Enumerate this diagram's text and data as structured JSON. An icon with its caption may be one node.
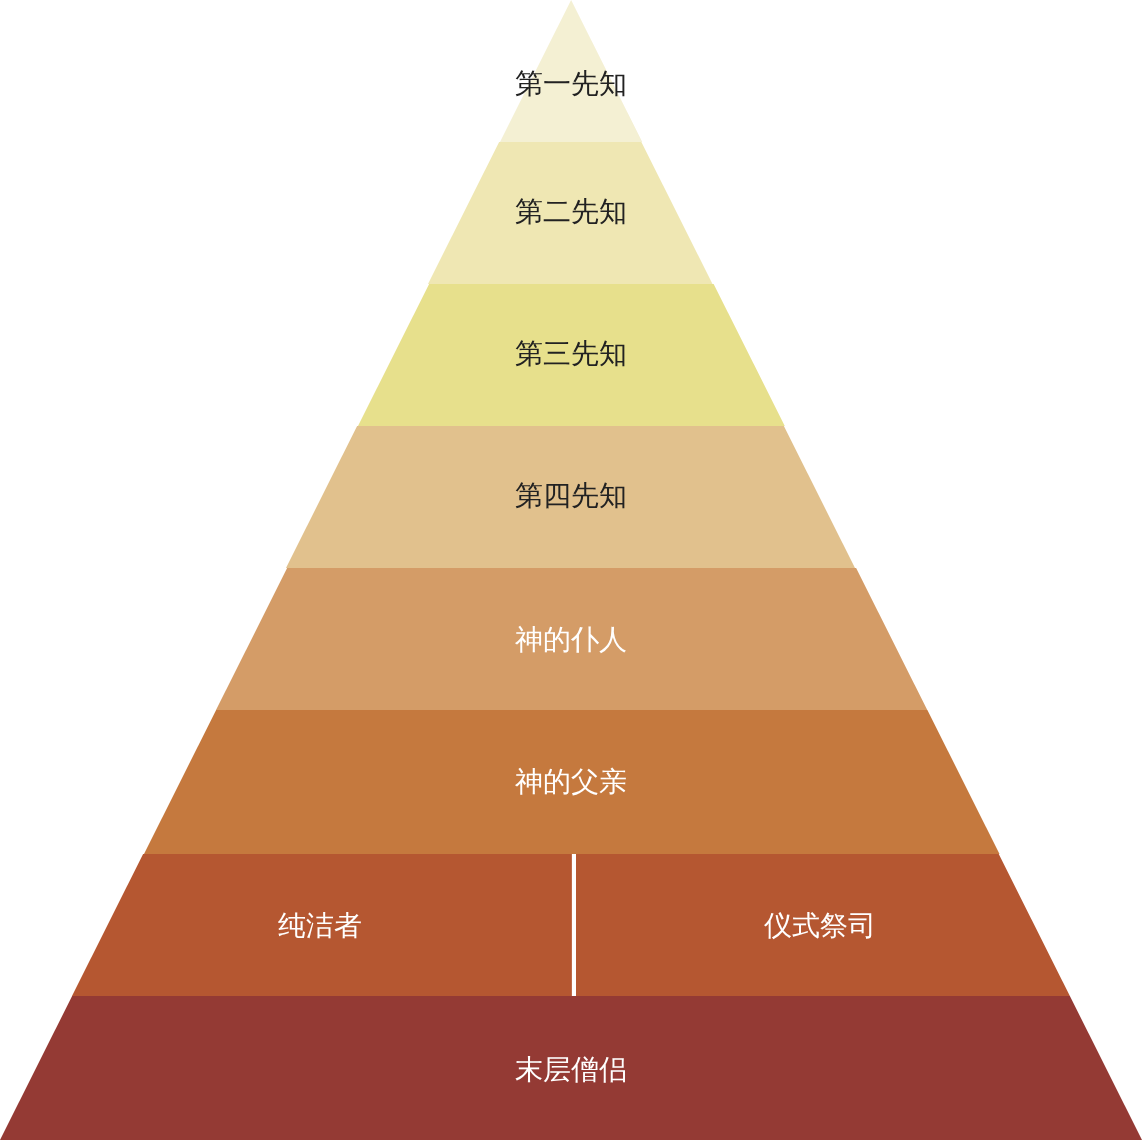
{
  "diagram": {
    "nodes": [
      {
        "text": [
          "第一先知"
        ]
      },
      {
        "text": [
          "第二先知"
        ]
      },
      {
        "text": [
          "第三先知"
        ]
      },
      {
        "text": [
          "第四先知"
        ]
      },
      {
        "text": [
          "神的仆人"
        ]
      },
      {
        "text": [
          "神的父亲"
        ]
      },
      {
        "text": [
          "纯洁者"
        ]
      },
      {
        "text": [
          "仪式祭司"
        ]
      },
      {
        "text": [
          "末层僧侣"
        ]
      }
    ]
  }
}
